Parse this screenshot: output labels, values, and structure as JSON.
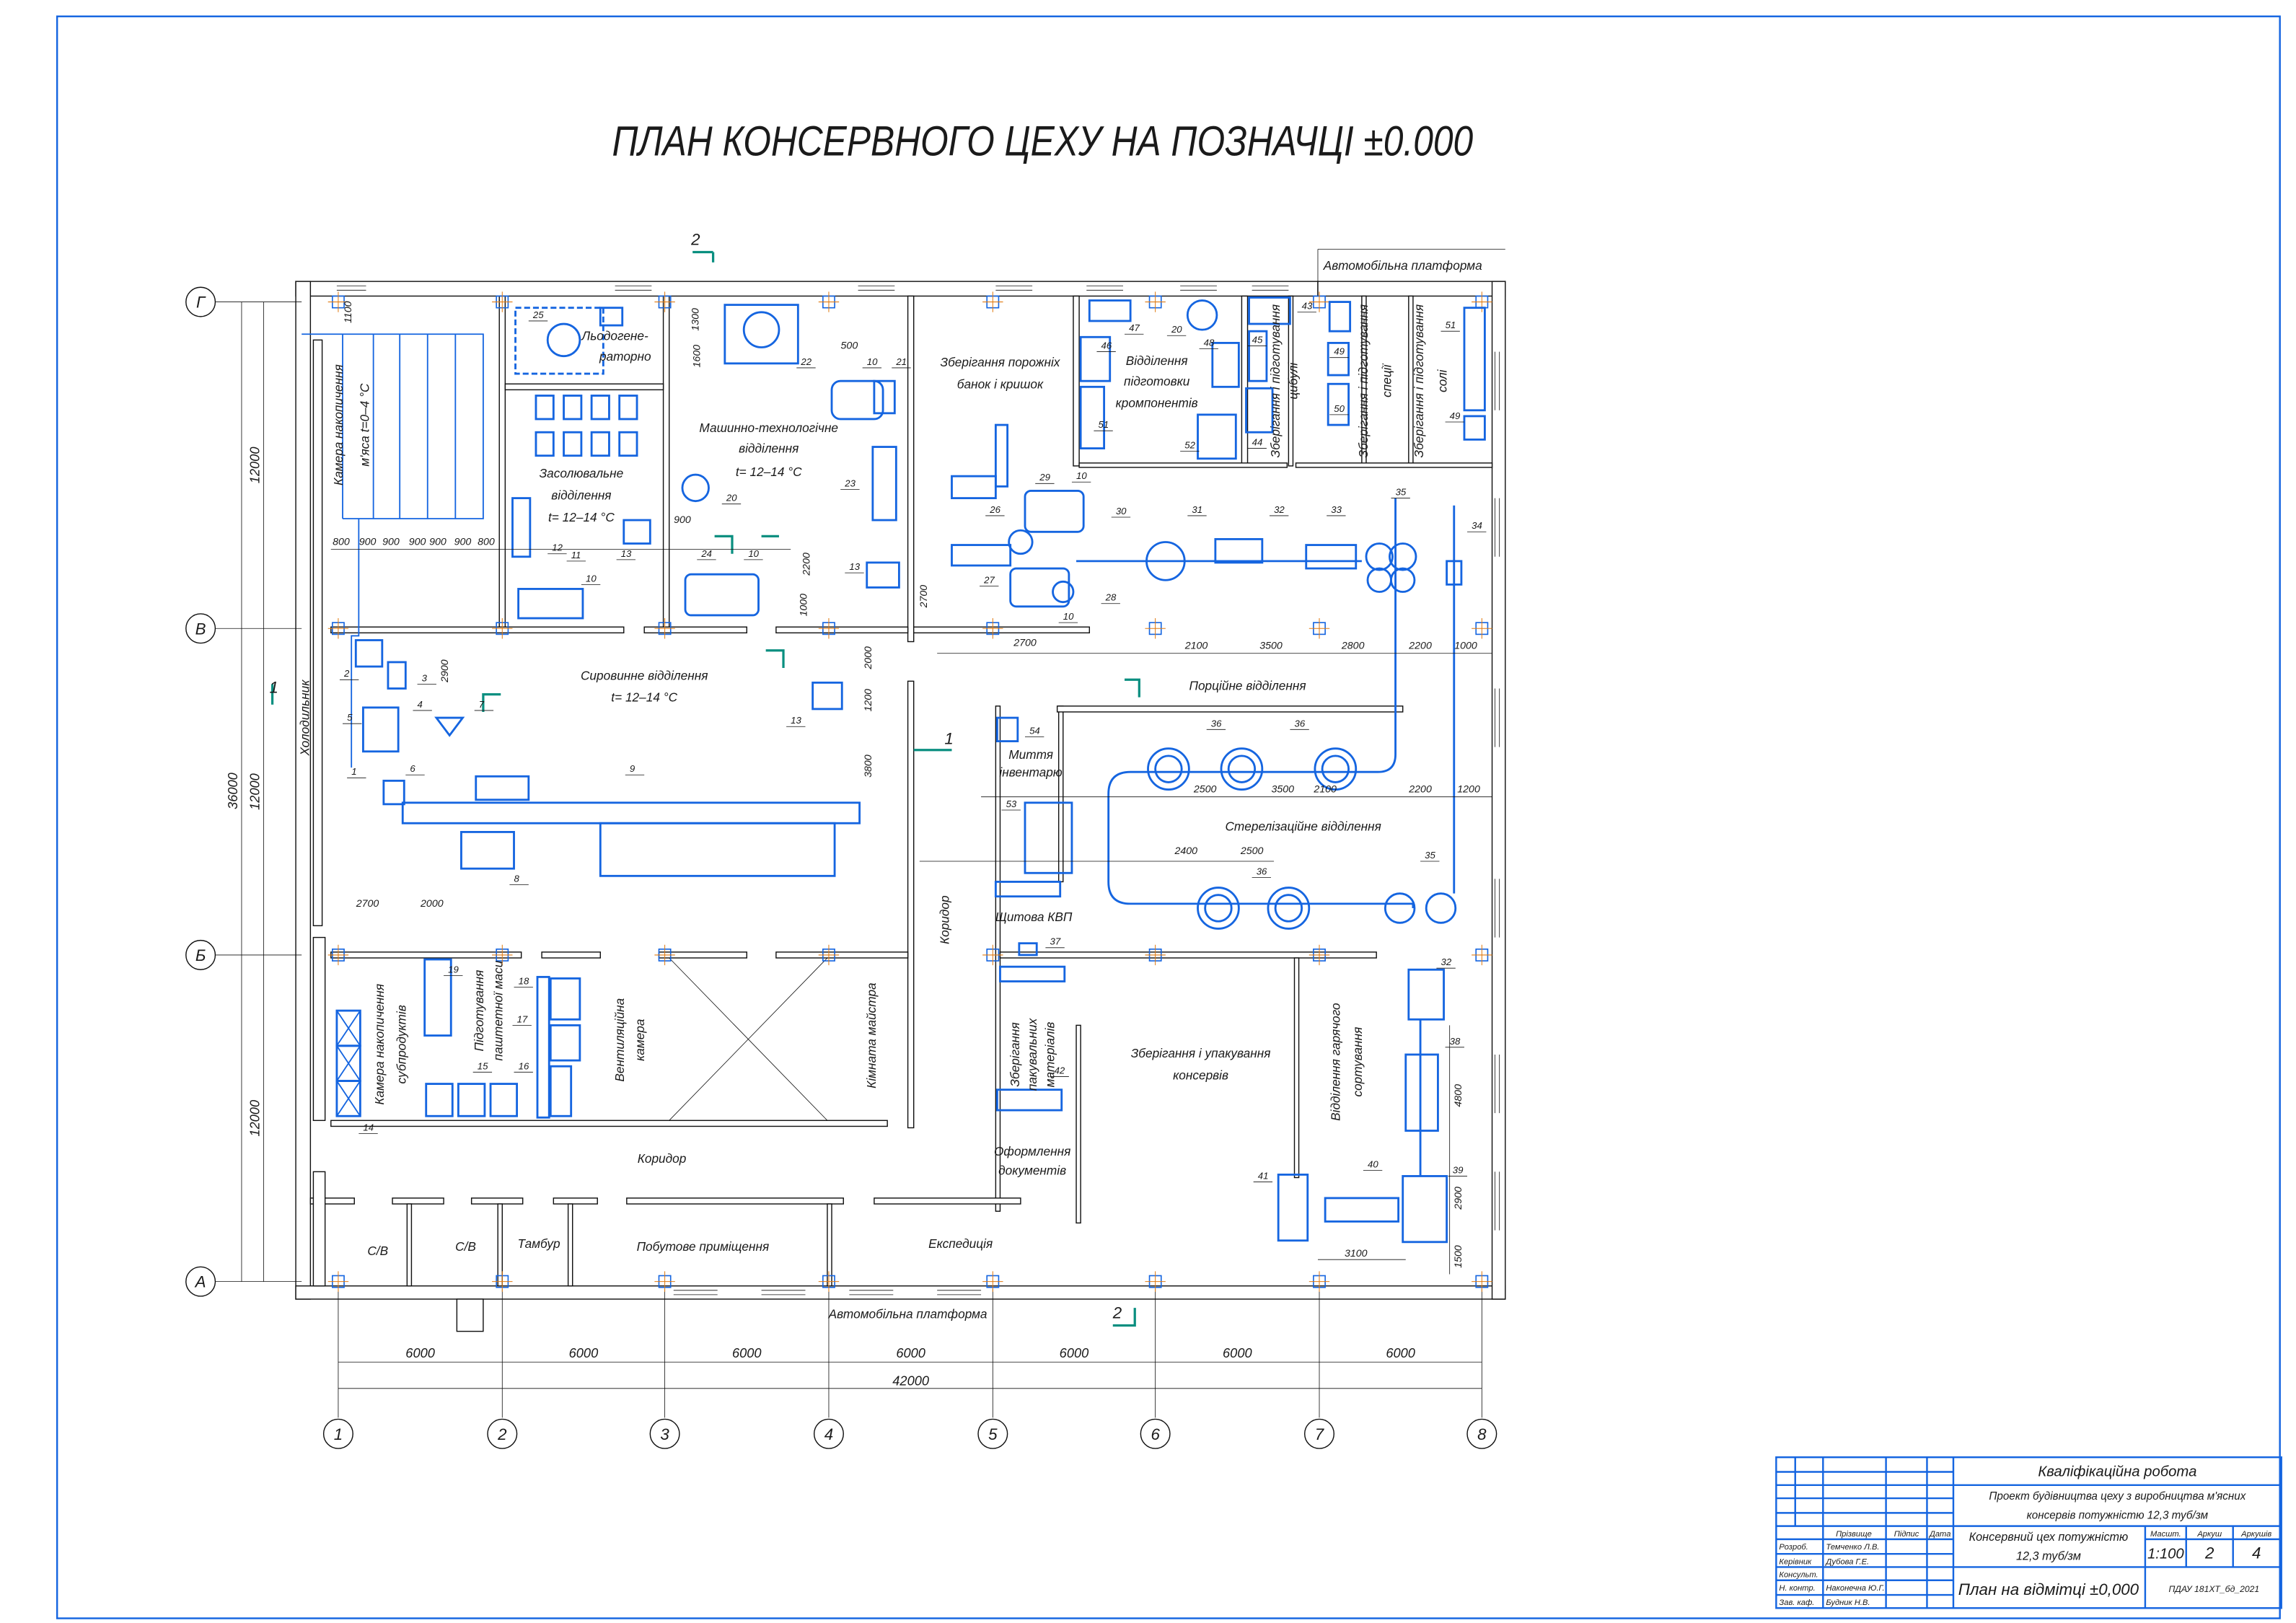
{
  "title": "ПЛАН КОНСЕРВНОГО ЦЕХУ НА ПОЗНАЧЦІ ±0.000",
  "grid": {
    "columns": [
      "1",
      "2",
      "3",
      "4",
      "5",
      "6",
      "7",
      "8"
    ],
    "rows": [
      "Г",
      "В",
      "Б",
      "А"
    ]
  },
  "dimensions": {
    "bottom_spans": [
      "6000",
      "6000",
      "6000",
      "6000",
      "6000",
      "6000",
      "6000"
    ],
    "bottom_total": "42000",
    "left_spans": [
      "12000",
      "12000",
      "12000"
    ],
    "left_total": "36000",
    "inner": [
      "1100",
      "1300",
      "1600",
      "500",
      "800",
      "900",
      "900",
      "900",
      "900",
      "900",
      "800",
      "900",
      "2200",
      "1000",
      "2700",
      "2100",
      "3500",
      "2800",
      "2200",
      "1000",
      "2900",
      "2000",
      "1200",
      "3800",
      "2700",
      "2000",
      "2700",
      "2500",
      "3500",
      "2100",
      "2200",
      "1200",
      "2400",
      "2500",
      "4800",
      "2900",
      "3100",
      "1500"
    ]
  },
  "section_marks": [
    "2",
    "1",
    "1",
    "2"
  ],
  "rooms": [
    "Камера накопичення",
    "м'яса t=0–4 °C",
    "Льодогене-",
    "раторно",
    "Засолювальне",
    "відділення",
    "t= 12–14 °C",
    "Машинно-технологічне",
    "відділення",
    "t= 12–14 °C",
    "Зберігання порожніх",
    "банок і кришок",
    "Відділення",
    "підготовки",
    "кромпонентів",
    "Зберігання і підготування",
    "цибулі",
    "Зберігання і підготування",
    "спеції",
    "Зберігання і підготування",
    "солі",
    "Автомобільна платформа",
    "Сировинне відділення",
    "t= 12–14 °C",
    "Порційне відділення",
    "Миття",
    "інвентарю",
    "Стерелізаційне відділення",
    "Щитова КВП",
    "Коридор",
    "Холодильник",
    "Камера накопичення",
    "субпродуктів",
    "Підготування",
    "паштетної маси",
    "Вентиляційна",
    "камера",
    "Кімната майстра",
    "Зберігання",
    "пакувальних",
    "матеріалів",
    "Зберігання і упакування",
    "консервів",
    "Відділення гарячого",
    "сортування",
    "Коридор",
    "Оформлення",
    "документів",
    "С/В",
    "С/В",
    "Тамбур",
    "Побутове приміщення",
    "Експедиція",
    "Автомобільна платформа"
  ],
  "equipment_callouts": [
    "25",
    "22",
    "10",
    "21",
    "20",
    "12",
    "11",
    "10",
    "13",
    "23",
    "24",
    "10",
    "13",
    "47",
    "20",
    "46",
    "48",
    "51",
    "52",
    "43",
    "45",
    "44",
    "49",
    "50",
    "51",
    "49",
    "26",
    "29",
    "10",
    "30",
    "31",
    "32",
    "33",
    "35",
    "34",
    "27",
    "28",
    "10",
    "2",
    "3",
    "4",
    "5",
    "7",
    "1",
    "6",
    "9",
    "8",
    "13",
    "54",
    "53",
    "36",
    "36",
    "36",
    "35",
    "37",
    "32",
    "38",
    "40",
    "39",
    "41",
    "19",
    "18",
    "17",
    "15",
    "16",
    "14",
    "42"
  ],
  "title_block": {
    "work_type": "Кваліфікаційна робота",
    "project_line1": "Проект будівництва цеху з виробництва м'ясних",
    "project_line2": "консервів потужністю 12,3 туб/зм",
    "headers": {
      "surname": "Прізвище",
      "signature": "Підпис",
      "date": "Дата"
    },
    "roles": [
      {
        "role": "Розроб.",
        "name": "Темченко Л.В."
      },
      {
        "role": "Керівник",
        "name": "Дубова Г.Е."
      },
      {
        "role": "Консульт.",
        "name": ""
      },
      {
        "role": "Н. контр.",
        "name": "Наконечна Ю.Г."
      },
      {
        "role": "Зав. каф.",
        "name": "Будник Н.В."
      }
    ],
    "subject_line1": "Консервний цех потужністю",
    "subject_line2": "12,3 туб/зм",
    "scale_label": "Масшт.",
    "sheet_label": "Аркуш",
    "sheets_label": "Аркушів",
    "scale": "1:100",
    "sheet": "2",
    "sheets": "4",
    "drawing_name": "План на відмітці ±0,000",
    "code": "ПДАУ 181ХТ_бд_2021"
  },
  "colors": {
    "equipment": "#1565e0",
    "axes": "#e07a10",
    "section": "#0a8f80",
    "lines": "#111111"
  }
}
